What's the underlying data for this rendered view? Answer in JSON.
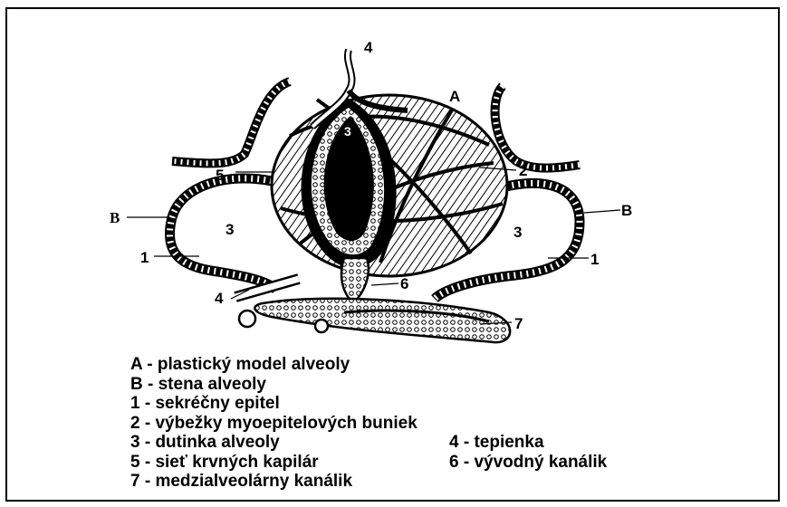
{
  "diagram": {
    "labels": {
      "A": "A",
      "B_left": "B",
      "B_right": "B",
      "n1_left": "1",
      "n1_right": "1",
      "n2": "2",
      "n3_left": "3",
      "n3_right": "3",
      "n3_center": "3",
      "n4_top": "4",
      "n4_bottom": "4",
      "n5": "5",
      "n6": "6",
      "n7": "7"
    },
    "legend": [
      {
        "text": "A - plastický model alveoly"
      },
      {
        "text": "B - stena alveoly"
      },
      {
        "text": "1 - sekréčny  epitel"
      },
      {
        "text": "2 - výbežky myoepitelových buniek"
      },
      {
        "left": "3 - dutinka alveoly",
        "right": "4 -    tepienka"
      },
      {
        "left": "5 - sieť krvných kapilár",
        "right": "6 - vývodný kanálik"
      },
      {
        "text": "7 - medzialveolárny  kanálik"
      }
    ]
  }
}
